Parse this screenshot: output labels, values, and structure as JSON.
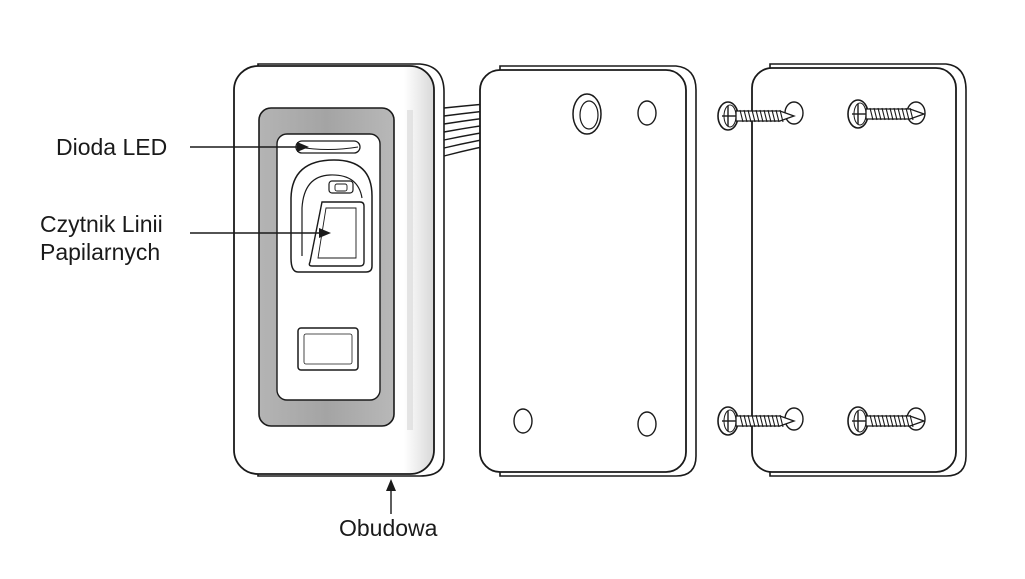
{
  "labels": {
    "led": "Dioda LED",
    "reader_line1": "Czytnik Linii",
    "reader_line2": "Papilarnych",
    "housing": "Obudowa"
  },
  "colors": {
    "line": "#1a1a1a",
    "recess": "#a9a9a9",
    "recess_dark": "#8c8c8c",
    "fill": "#ffffff"
  }
}
